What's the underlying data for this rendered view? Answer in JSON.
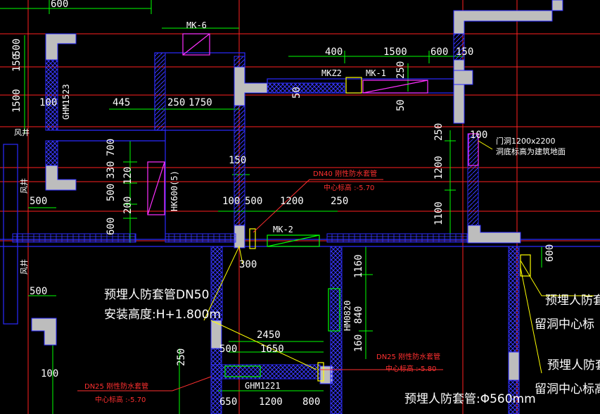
{
  "colors": {
    "background": "#000000",
    "axis_line": "#ff2020",
    "dimension_line": "#00ff00",
    "wall_outline": "#2a2aff",
    "wall_fill": "#bdbdbd",
    "hatch": "#3a3aff",
    "opening": "#ff30ff",
    "leader": "#ffff00",
    "text": "#ffffff",
    "note_red": "#ff3030"
  },
  "labels": {
    "mk6": "MK-6",
    "mkz2": "MKZ2",
    "mk1": "MK-1",
    "mk2": "MK-2",
    "ghm1523": "GHM1523",
    "hk600": "HK600(5)",
    "hm0820": "HM0820",
    "ghm1221": "GHM1221",
    "fengjing_1": "风井",
    "fengjing_2": "风井",
    "fengjing_3": "风井"
  },
  "dimensions": {
    "d600_top": "600",
    "d500_left": "500",
    "d150_left": "150",
    "d1500_left": "1500",
    "d100_left": "100",
    "d400": "400",
    "d1500_top": "1500",
    "d600_right": "600",
    "d150_right": "150",
    "d250_mk1": "250",
    "d50_a": "50",
    "d50_b": "50",
    "d445": "445",
    "d250_mid": "250",
    "d1750": "1750",
    "d700": "700",
    "d330": "330",
    "d120": "120",
    "d500_v": "500",
    "d200": "200",
    "d600_v": "600",
    "d150_mid": "150",
    "d100_mid": "100",
    "d500_mid": "500",
    "d1200_mid": "1200",
    "d250_mid2": "250",
    "d500_lower": "500",
    "d300": "300",
    "d100_r": "100",
    "d250_r": "250",
    "d1200_r": "1200",
    "d1100_r": "1100",
    "d600_r2": "600",
    "d1160": "1160",
    "d840": "840",
    "d160": "160",
    "d500_lleft": "500",
    "d2450": "2450",
    "d500_b": "500",
    "d1650": "1650",
    "d250_b": "250",
    "d650": "650",
    "d1200_b": "1200",
    "d800": "800",
    "d100_bl": "100"
  },
  "notes": {
    "dn40_title": "DN40  刚性防水套管",
    "dn40_elev": "中心标高  :-5.70",
    "dn25a_title": "DN25  刚性防水套管",
    "dn25a_elev": "中心标高  :-5.80",
    "dn25b_title": "DN25  刚性防水套管",
    "dn25b_elev": "中心标高  :-5.70",
    "dn50_line1": "预埋人防套管DN50",
    "dn50_line2": "安装高度:H+1.800m",
    "door_line1": "门洞1200x2200",
    "door_line2": "洞底标高为建筑地面",
    "right_a1": "预埋人防套",
    "right_a2": "留洞中心标",
    "right_b1": "预埋人防套",
    "right_b2": "留洞中心标高",
    "bottom": "预埋人防套管:Φ560mm"
  }
}
